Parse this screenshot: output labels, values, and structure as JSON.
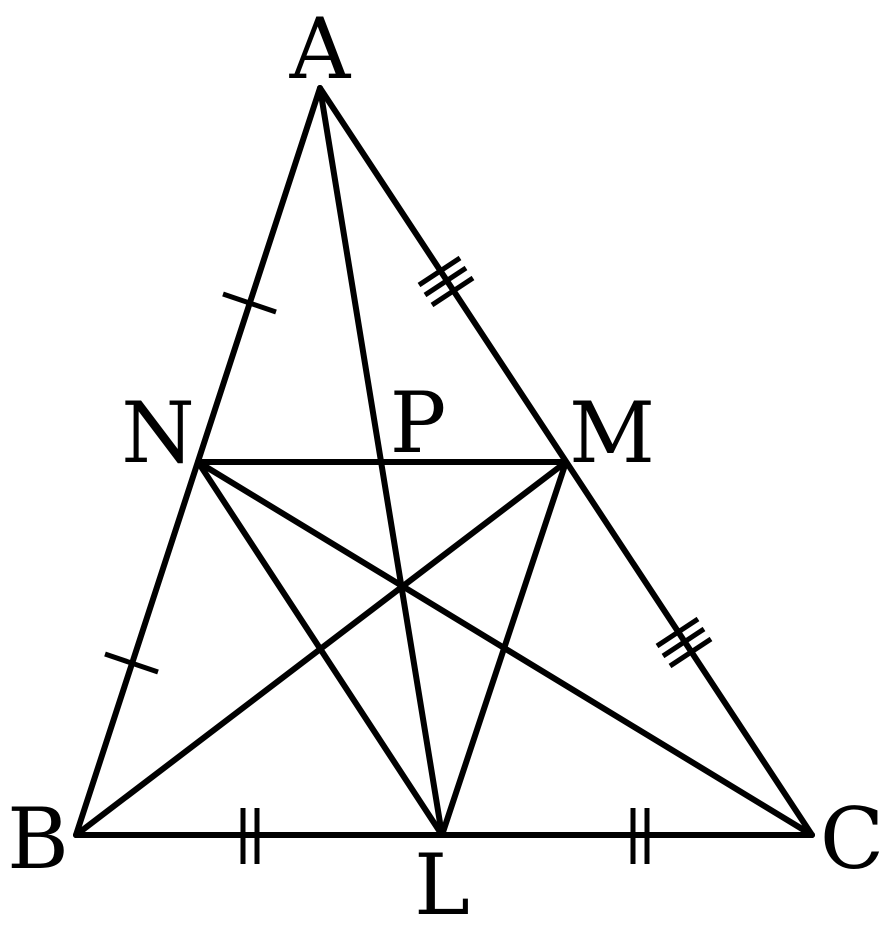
{
  "figure": {
    "points": {
      "A": "A",
      "B": "B",
      "C": "C",
      "L": "L",
      "M": "M",
      "N": "N",
      "P": "P"
    },
    "segments": [
      "AB",
      "AC",
      "BC",
      "AL",
      "NM",
      "NL",
      "ML",
      "NC",
      "MB"
    ],
    "equal_marks": [
      {
        "segments": [
          "AN",
          "NB"
        ],
        "ticks": 1
      },
      {
        "segments": [
          "BL",
          "LC"
        ],
        "ticks": 2
      },
      {
        "segments": [
          "AM",
          "MC"
        ],
        "ticks": 3
      }
    ],
    "colors": {
      "stroke": "#000000",
      "background": "#ffffff"
    }
  }
}
